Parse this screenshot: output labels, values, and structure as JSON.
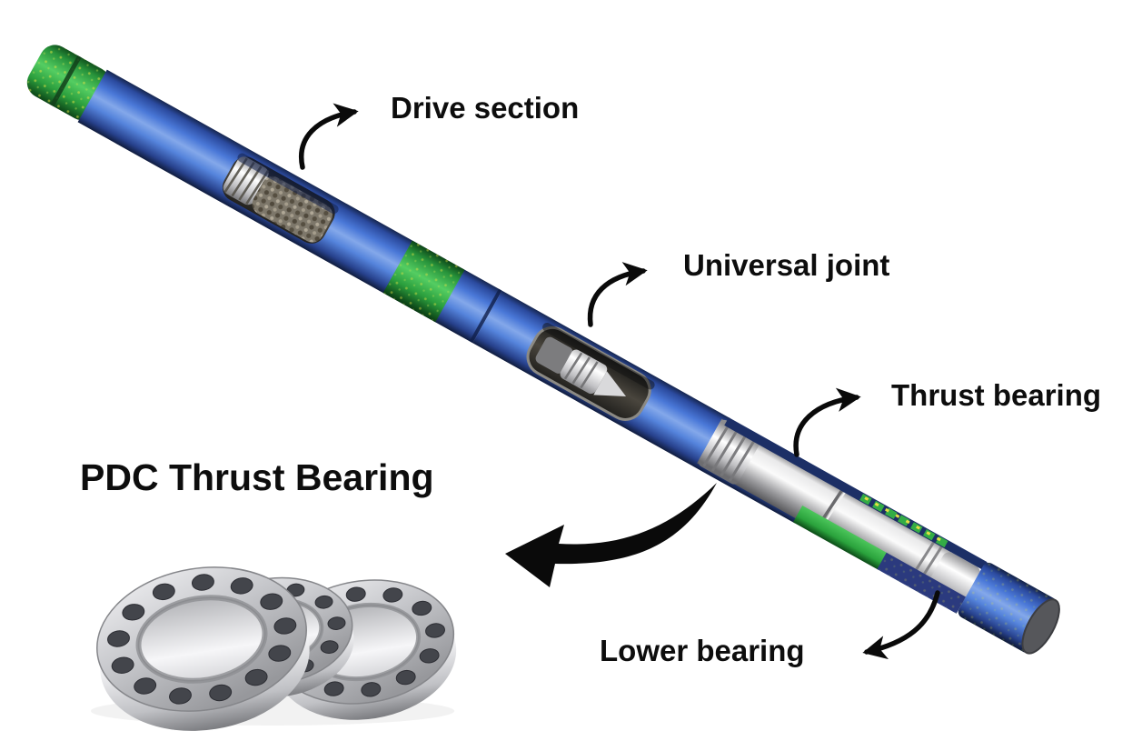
{
  "title": "PDC Thrust Bearing",
  "labels": {
    "drive_section": "Drive section",
    "universal_joint": "Universal joint",
    "thrust_bearing": "Thrust bearing",
    "lower_bearing": "Lower bearing"
  },
  "icons": {
    "drive_section_arrow": "curved-arrow-right",
    "universal_joint_arrow": "curved-arrow-right",
    "thrust_bearing_arrow": "curved-arrow-right",
    "lower_bearing_arrow": "curved-arrow-left",
    "pdc_bearing_arrow": "thick-curved-arrow-down-left",
    "bearing_rings": "thrust-bearing-rings-photo"
  },
  "colors": {
    "background": "#ffffff",
    "housing_blue": "#4a78d8",
    "housing_blue_dark": "#1c2f66",
    "band_green": "#35b24a",
    "metal_gray": "#b9babd",
    "bit_face_gray": "#56575b",
    "label_black": "#0d0d0d"
  }
}
